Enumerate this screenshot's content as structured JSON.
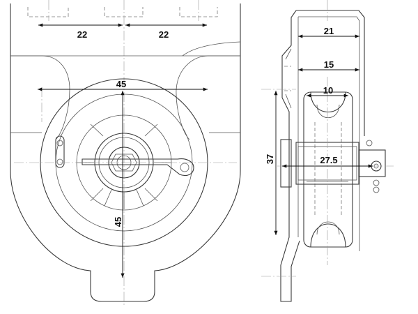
{
  "dimensions": {
    "top_left_spacing": "22",
    "top_right_spacing": "22",
    "body_width": "45",
    "wheel_height": "45",
    "side_outer_width": "21",
    "side_inner_width": "15",
    "groove_width": "10",
    "axle_length": "27.5",
    "side_height": "37"
  },
  "colors": {
    "line": "#3a3a3a",
    "dimension": "#111111",
    "background": "#ffffff"
  }
}
